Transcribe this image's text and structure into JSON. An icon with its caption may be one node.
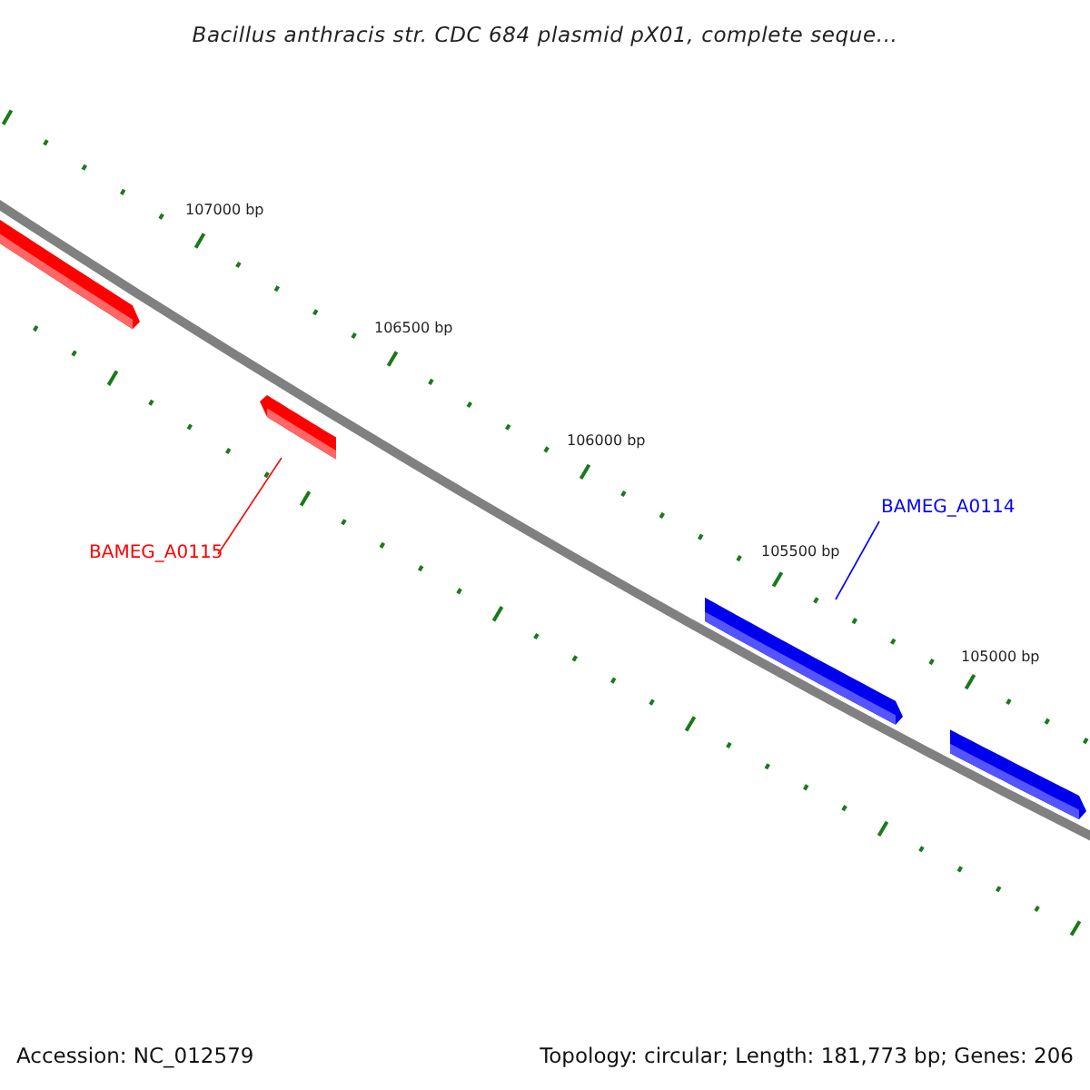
{
  "diagram": {
    "title": "Bacillus anthracis str. CDC 684 plasmid pX01, complete seque...",
    "nodes": [
      {
        "text": [],
        "shape": "bar"
      },
      {
        "text": [],
        "shape": "bar"
      },
      {
        "text": [],
        "shape": "bar"
      },
      {
        "text": [],
        "shape": "bar"
      },
      {
        "text": [
          "BAMEG_A0115"
        ]
      },
      {
        "text": [
          "BAMEG_A0114"
        ]
      }
    ],
    "edges": [
      {
        "from": 4,
        "to": 1,
        "arrow": "none",
        "color": "#ff0000"
      },
      {
        "from": 5,
        "to": 2,
        "arrow": "none",
        "color": "#0000ff"
      }
    ],
    "labels": [
      "107000 bp",
      "106500 bp",
      "106000 bp",
      "105500 bp",
      "105000 bp",
      "Accession: NC_012579",
      "Topology: circular; Length: 181,773 bp; Genes: 206"
    ]
  }
}
